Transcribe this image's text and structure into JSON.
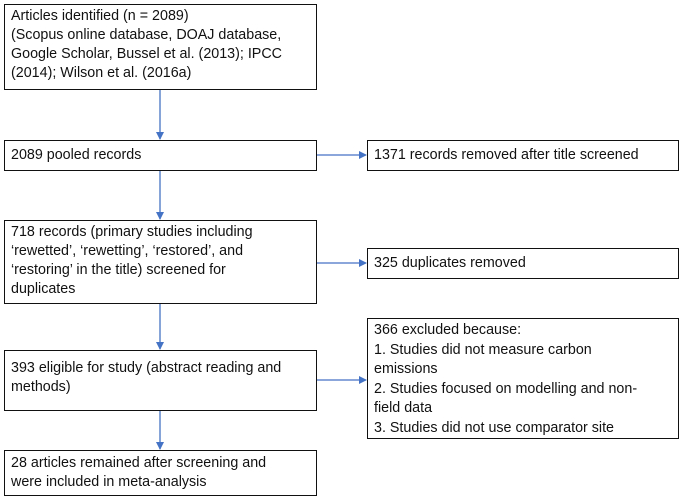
{
  "boxes": {
    "articles": {
      "lines": [
        "Articles identified (n =  2089)",
        "(Scopus online database, DOAJ database,",
        "Google Scholar, Bussel et al. (2013); IPCC",
        "(2014); Wilson et al. (2016a)"
      ]
    },
    "pooled": {
      "lines": [
        "2089 pooled records"
      ]
    },
    "removed_title": {
      "lines": [
        "1371 records removed after title screened"
      ]
    },
    "screened": {
      "lines": [
        "718 records (primary studies including",
        "‘rewetted’, ‘rewetting’, ‘restored’, and",
        "‘restoring’ in the title) screened for",
        "duplicates"
      ]
    },
    "duplicates": {
      "lines": [
        "325 duplicates removed"
      ]
    },
    "eligible": {
      "lines": [
        "393 eligible for study (abstract reading and",
        "methods)"
      ]
    },
    "excluded": {
      "lines": [
        "366 excluded because:",
        "1. Studies did not measure carbon",
        "emissions",
        "2. Studies focused on modelling and non-",
        "field data",
        "3. Studies did not use comparator site"
      ]
    },
    "included": {
      "lines": [
        "28 articles remained after screening and",
        "were included in meta-analysis"
      ]
    }
  },
  "colors": {
    "arrow": "#4472c4",
    "border": "#111111"
  }
}
